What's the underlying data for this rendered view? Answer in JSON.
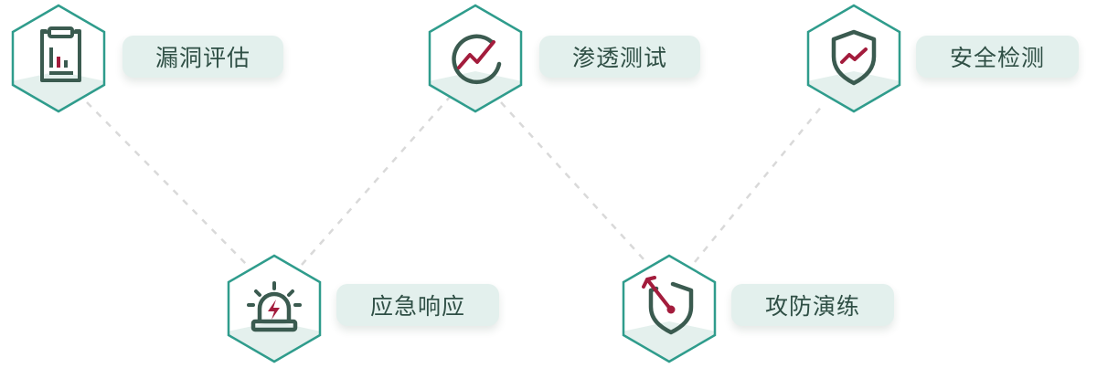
{
  "colors": {
    "hex_stroke": "#2f9c8c",
    "hex_fill_bottom": "#e4f0ed",
    "icon_primary": "#3b5b50",
    "icon_accent": "#a31c3c",
    "label_bg": "#e3f0ed",
    "label_text": "#2f4f45",
    "connector": "#d9d9d9"
  },
  "nodes": [
    {
      "id": "vuln",
      "label": "漏洞评估",
      "icon": "clipboard-chart-icon"
    },
    {
      "id": "pentest",
      "label": "渗透测试",
      "icon": "trend-circle-icon"
    },
    {
      "id": "detect",
      "label": "安全检测",
      "icon": "shield-pulse-icon"
    },
    {
      "id": "response",
      "label": "应急响应",
      "icon": "alarm-siren-icon"
    },
    {
      "id": "drill",
      "label": "攻防演练",
      "icon": "shield-dart-icon"
    }
  ]
}
